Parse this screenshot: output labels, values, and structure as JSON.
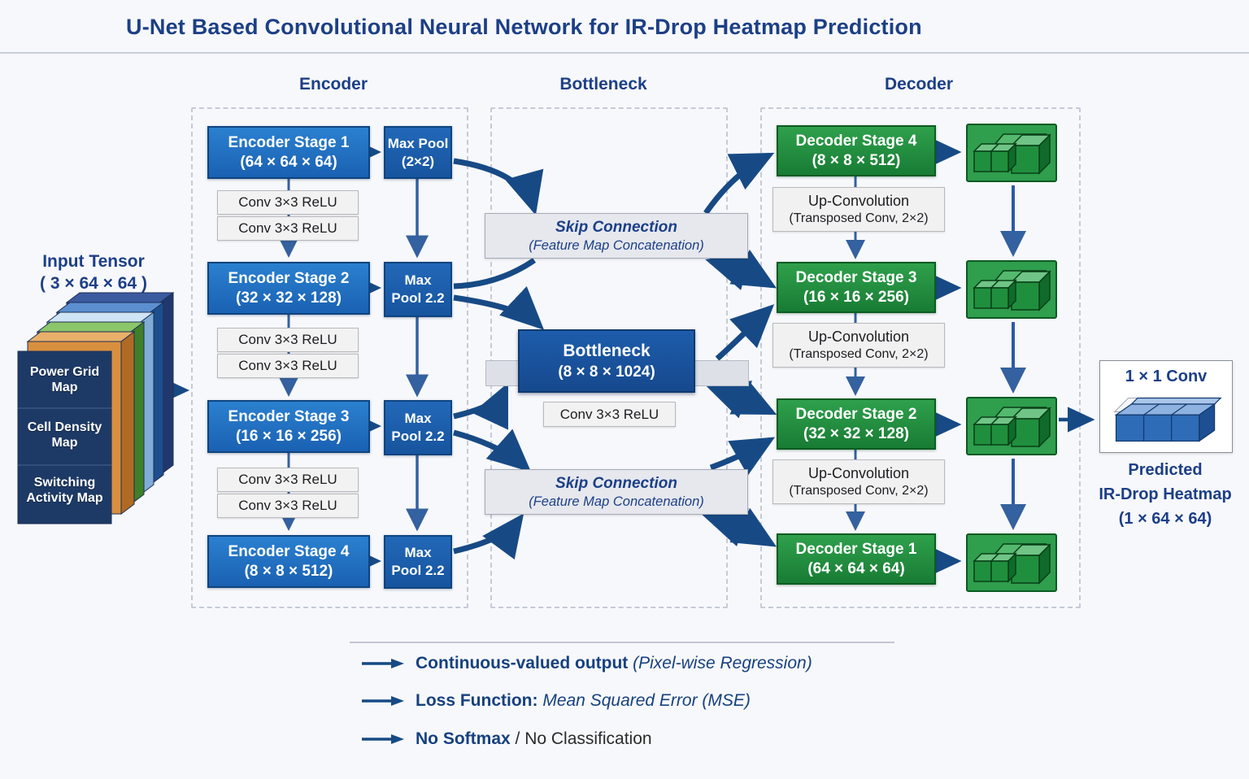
{
  "title": "U-Net Based Convolutional Neural Network for IR-Drop Heatmap Prediction",
  "sections": {
    "encoder": "Encoder",
    "bottleneck": "Bottleneck",
    "decoder": "Decoder"
  },
  "input_tensor": {
    "title": "Input Tensor",
    "dims": "( 3 × 64 × 64 )",
    "layers": [
      "Power Grid Map",
      "Cell Density Map",
      "Switching Activity Map"
    ]
  },
  "encoder": {
    "stages": [
      {
        "title": "Encoder Stage 1",
        "dims": "(64 × 64 × 64)"
      },
      {
        "title": "Encoder Stage 2",
        "dims": "(32 × 32 × 128)"
      },
      {
        "title": "Encoder Stage 3",
        "dims": "(16 × 16 × 256)"
      },
      {
        "title": "Encoder Stage 4",
        "dims": "(8 × 8 × 512)"
      }
    ],
    "maxpool": [
      {
        "line1": "Max Pool",
        "line2": "(2×2)"
      },
      {
        "line1": "Max",
        "line2": "Pool 2.2"
      },
      {
        "line1": "Max",
        "line2": "Pool 2.2"
      },
      {
        "line1": "Max",
        "line2": "Pool 2.2"
      }
    ],
    "conv_label": "Conv 3×3 ReLU"
  },
  "bottleneck": {
    "skip1": {
      "line1": "Skip Connection",
      "line2": "(Feature Map Concatenation)"
    },
    "skip2": {
      "line1": "Skip Connection",
      "line2": "(Feature Map Concatenation)"
    },
    "block": {
      "title": "Bottleneck",
      "dims": "(8 × 8 × 1024)"
    },
    "conv_label": "Conv 3×3 ReLU"
  },
  "decoder": {
    "stages": [
      {
        "title": "Decoder Stage 4",
        "dims": "(8 × 8 × 512)"
      },
      {
        "title": "Decoder Stage 3",
        "dims": "(16 × 16 × 256)"
      },
      {
        "title": "Decoder Stage 2",
        "dims": "(32 × 32 × 128)"
      },
      {
        "title": "Decoder Stage 1",
        "dims": "(64 × 64 × 64)"
      }
    ],
    "upconv": {
      "line1": "Up-Convolution",
      "line2": "(Transposed Conv, 2×2)"
    }
  },
  "output": {
    "conv_label": "1 × 1 Conv",
    "caption_line1": "Predicted",
    "caption_line2": "IR-Drop Heatmap",
    "caption_line3": "(1 × 64 × 64)"
  },
  "legend": [
    {
      "bold": "Continuous-valued output",
      "rest": " (Pixel-wise Regression)"
    },
    {
      "bold": "Loss Function:",
      "rest": " Mean Squared Error (MSE)"
    },
    {
      "bold": "No Softmax",
      "rest": " / No Classification"
    }
  ],
  "colors": {
    "accent_navy": "#1c3f87",
    "encoder_blue": "#1b6cbe",
    "decoder_green": "#1f8c3c",
    "arrow_blue": "#174a85",
    "skip_gray": "#e6e8ee"
  }
}
